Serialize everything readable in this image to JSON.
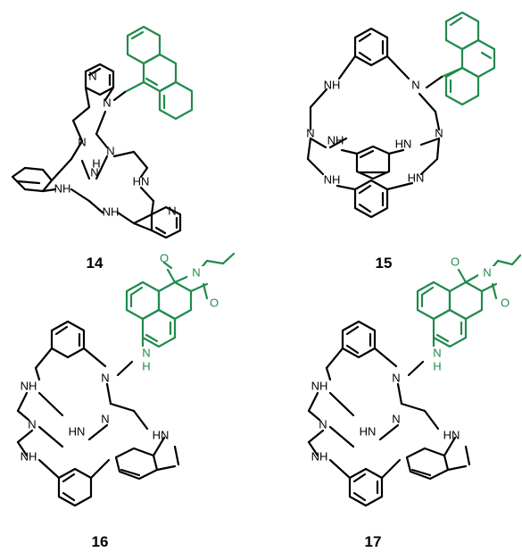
{
  "compounds": [
    {
      "label": "14"
    },
    {
      "label": "15"
    },
    {
      "label": "16"
    },
    {
      "label": "17"
    }
  ],
  "atoms": {
    "N": "N",
    "NH": "NH",
    "HN": "HN",
    "O": "O",
    "H": "H"
  },
  "colors": {
    "fluorophore": "#1f8a4c",
    "scaffold": "#000000"
  }
}
